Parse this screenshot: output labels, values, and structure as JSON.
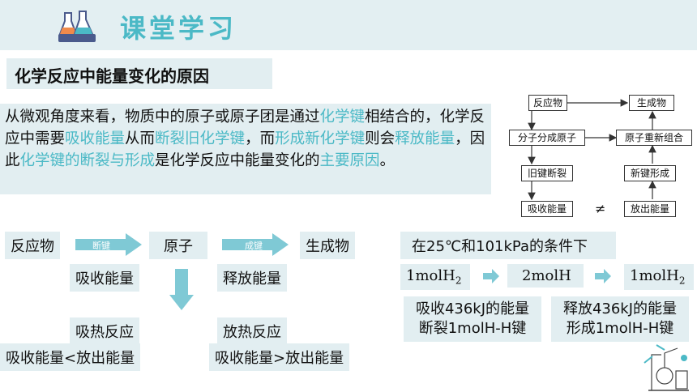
{
  "header": {
    "title": "课堂学习",
    "logo_icon": "flask-icon"
  },
  "section": {
    "title": "化学反应中能量变化的原因"
  },
  "paragraph": {
    "p1": "从微观角度来看，物质中的原子或原子团是通过",
    "h1": "化学键",
    "p2": "相结合的，化学反应中需要",
    "h2": "吸收能量",
    "p3": "从而",
    "h3": "断裂旧化学键",
    "p4": "，而",
    "h4": "形成新化学键",
    "p5": "则会",
    "h5": "释放能量",
    "p6": "，因此",
    "h6": "化学键的断裂与形成",
    "p7": "是化学反应中能量变化的",
    "h7": "主要原因",
    "p8": "。"
  },
  "flowchart": {
    "reactant": "反应物",
    "product": "生成物",
    "split": "分子分成原子",
    "recombine": "原子重新组合",
    "old_break": "旧键断裂",
    "new_form": "新键形成",
    "absorb": "吸收能量",
    "release": "放出能量",
    "neq": "≠"
  },
  "left_flow": {
    "reactant": "反应物",
    "arrow1": "断键",
    "atom": "原子",
    "arrow2": "成键",
    "product": "生成物",
    "absorb": "吸收能量",
    "release": "释放能量",
    "endo": "吸热反应",
    "exo": "放热反应",
    "endo_cond": "吸收能量<放出能量",
    "exo_cond": "吸收能量>放出能量"
  },
  "right_flow": {
    "condition": "在25℃和101kPa的条件下",
    "h2_left": "1molH",
    "h2_sub": "2",
    "two_h": "2molH",
    "h2_right": "1molH",
    "h2_right_sub": "2",
    "absorb_l1": "吸收436kJ的能量",
    "absorb_l2": "断裂1molH-H键",
    "release_l1": "释放436kJ的能量",
    "release_l2": "形成1molH-H键"
  },
  "colors": {
    "accent": "#4bb9c6",
    "box": "#e2eef1",
    "arrow": "#7fc9d5"
  }
}
